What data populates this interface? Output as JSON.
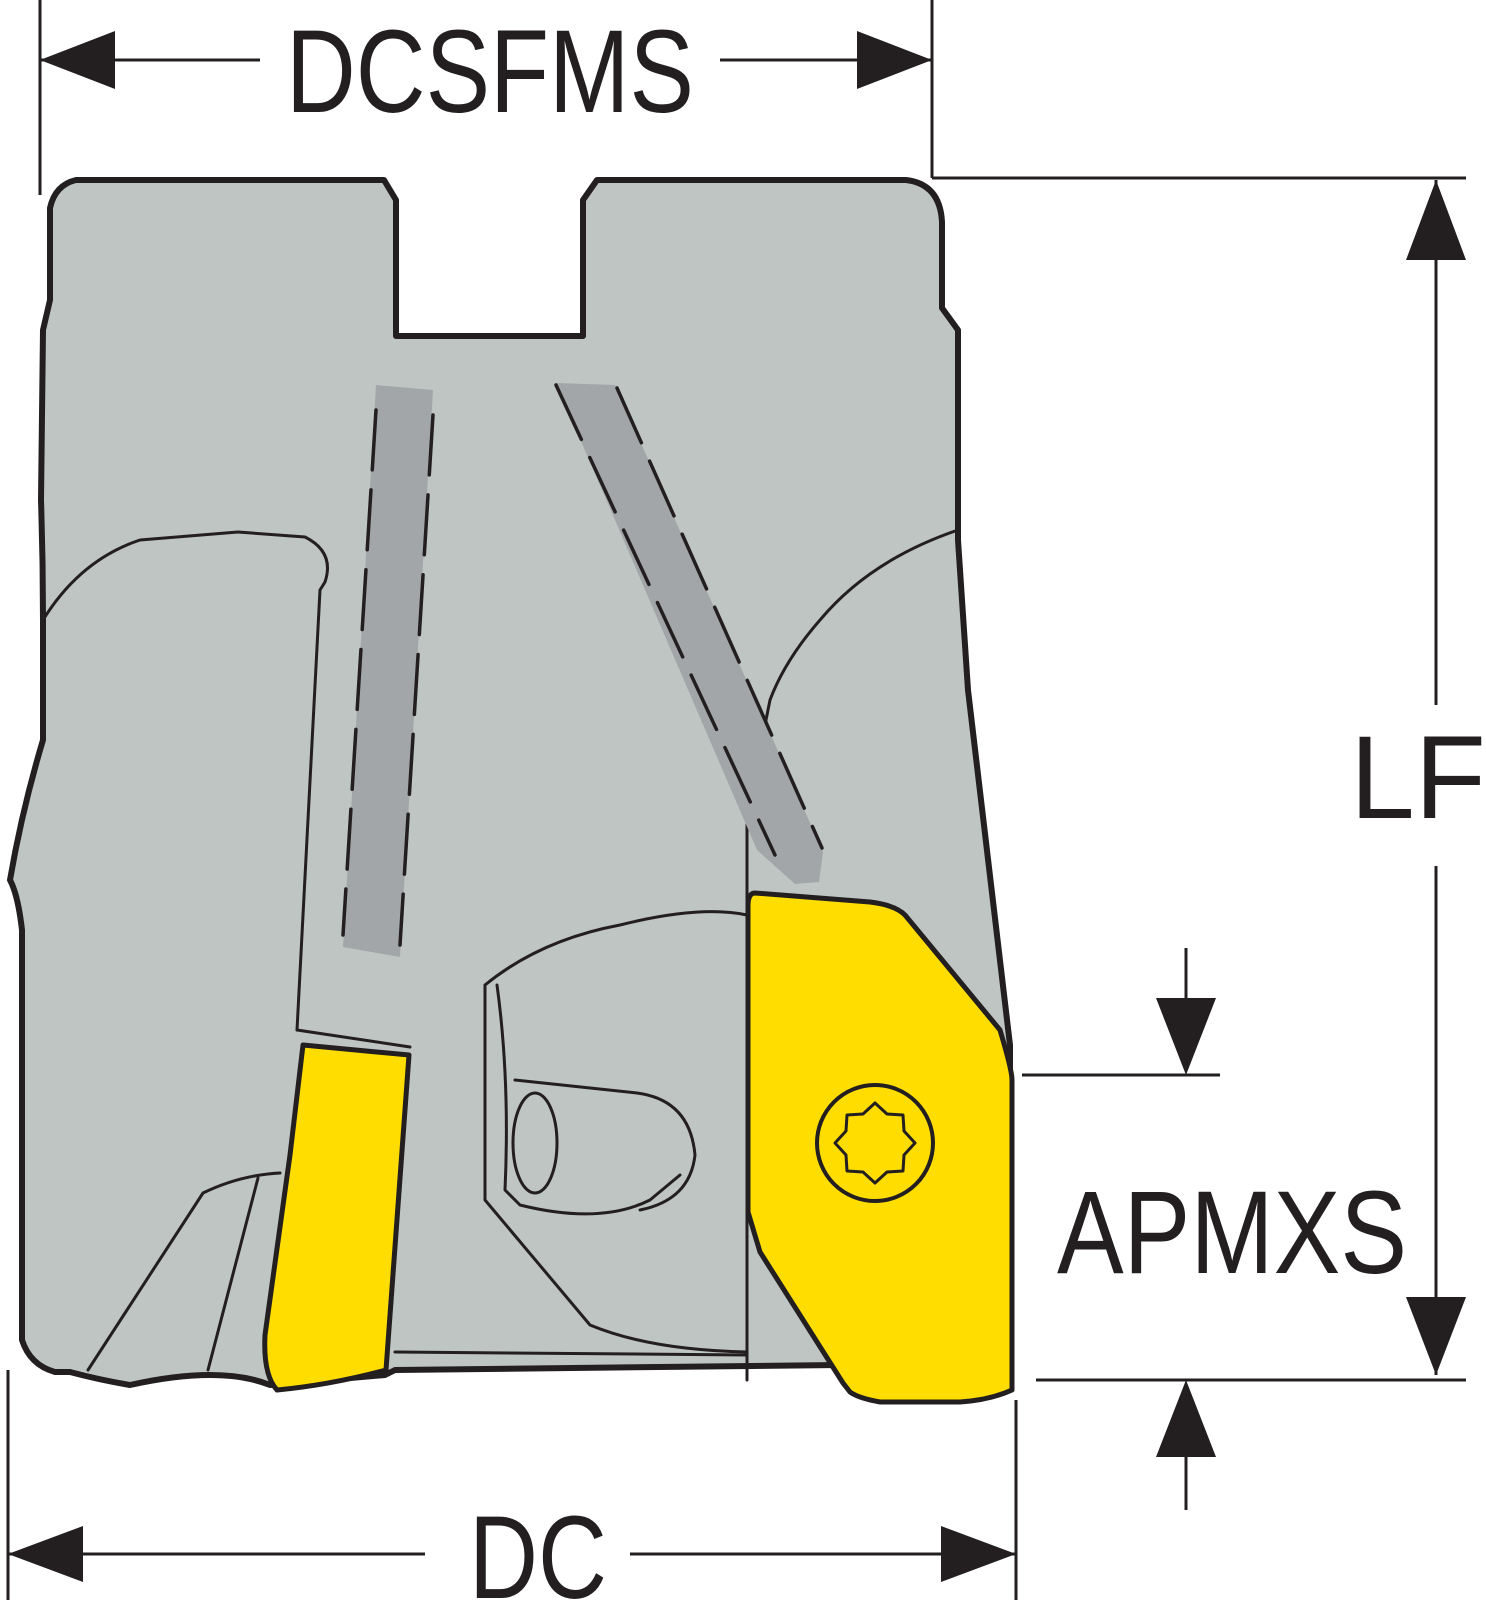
{
  "dimensions": {
    "dcsfms": "DCSFMS",
    "lf": "LF",
    "apmxs": "APMXS",
    "dc": "DC"
  },
  "colors": {
    "body": "#bfc5c3",
    "insert": "#ffdd00",
    "coolant_channel": "#a3a6a8",
    "outline": "#231f20",
    "background": "#ffffff"
  }
}
